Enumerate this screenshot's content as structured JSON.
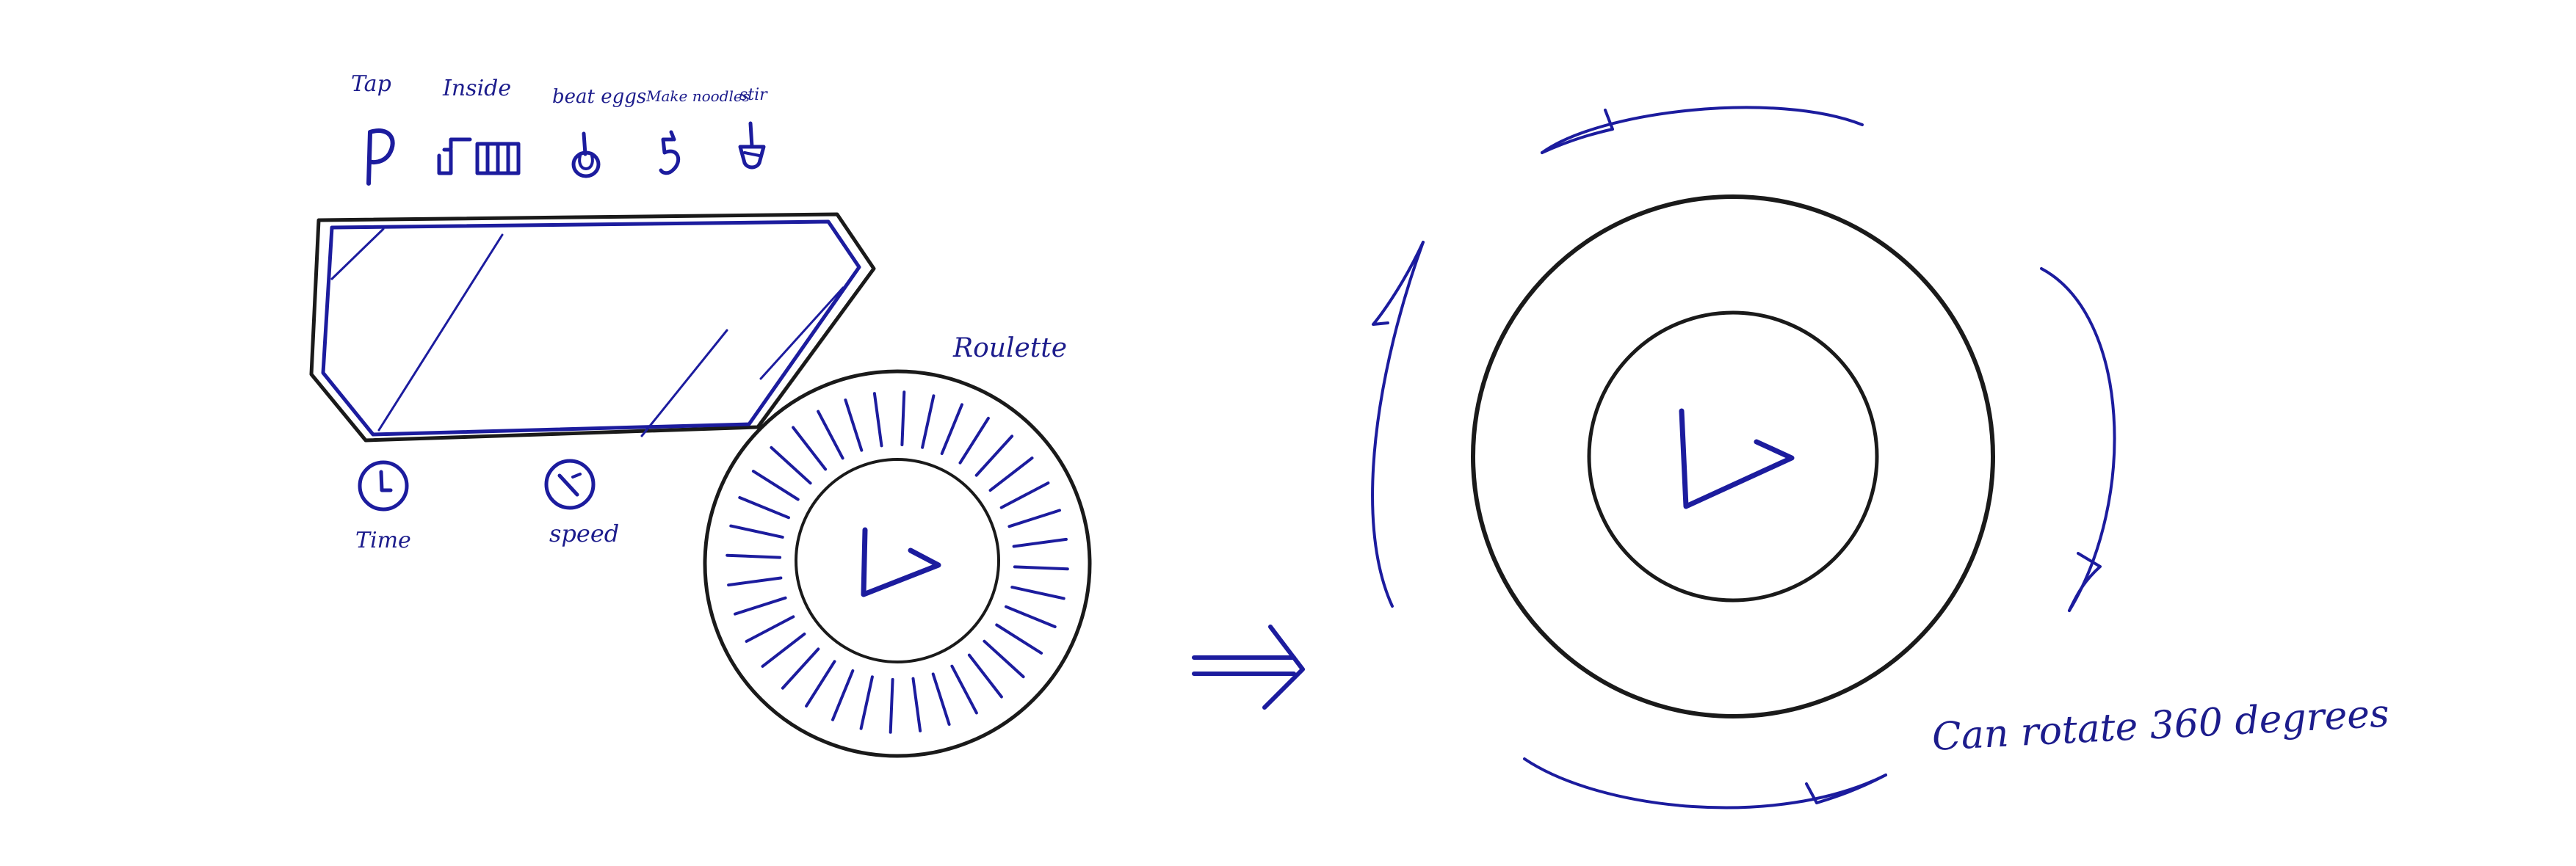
{
  "modes": [
    {
      "label": "Tap",
      "icon": "tap-icon"
    },
    {
      "label": "Inside",
      "icon": "inside-icon"
    },
    {
      "label": "beat eggs",
      "icon": "beat-eggs-icon"
    },
    {
      "label": "Make noodles",
      "icon": "make-noodles-icon"
    },
    {
      "label": "stir",
      "icon": "stir-icon"
    }
  ],
  "controls": {
    "time_label": "Time",
    "speed_label": "speed",
    "time_icon": "clock-icon",
    "speed_icon": "speed-gauge-icon"
  },
  "roulette": {
    "label": "Roulette",
    "play_icon": "play-icon",
    "tick_count": 36
  },
  "transition": {
    "icon": "arrow-right-icon"
  },
  "rotating_dial": {
    "caption": "Can rotate 360 degrees",
    "play_icon": "play-icon",
    "rotation_icon": "rotation-arrows-icon"
  },
  "colors": {
    "ink_blue": "#1c1c9e",
    "pen_black": "#1a1a1a",
    "background": "#ffffff"
  }
}
